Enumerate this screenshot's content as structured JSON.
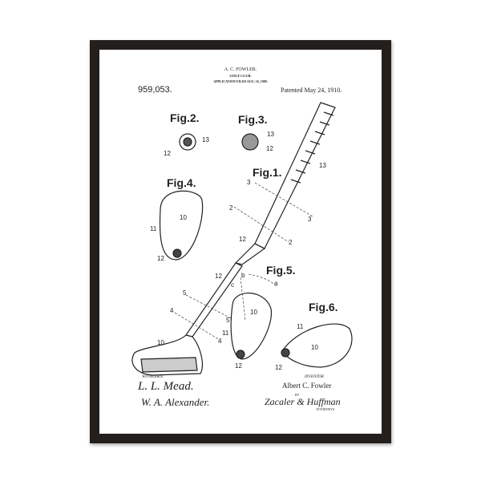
{
  "header": {
    "inventor_name": "A. C. FOWLER.",
    "title": "GOLF CLUB.",
    "filed": "APPLICATION FILED AUG. 16, 1909.",
    "patent_number": "959,053.",
    "patented": "Patented May 24, 1910."
  },
  "figures": [
    "Fig.2.",
    "Fig.3.",
    "Fig.4.",
    "Fig.1.",
    "Fig.5.",
    "Fig.6."
  ],
  "ref_numbers": [
    "13",
    "12",
    "13",
    "12",
    "13",
    "10",
    "11",
    "12",
    "3",
    "3",
    "2",
    "2",
    "12",
    "12",
    "b",
    "c",
    "a",
    "5",
    "5",
    "4",
    "4",
    "11",
    "10",
    "10",
    "12",
    "10",
    "11",
    "12"
  ],
  "footer": {
    "witnesses_label": "WITNESSES:",
    "witness1": "L. L. Mead.",
    "witness2": "W. A. Alexander.",
    "inventor_label": "INVENTOR",
    "inventor": "Albert C. Fowler",
    "by": "BY",
    "attorney_sig": "Zacaler & Huffman",
    "attorneys_label": "ATTORNEYS"
  },
  "colors": {
    "frame": "#231f1c",
    "mat": "#ffffff",
    "ink": "#222222"
  }
}
